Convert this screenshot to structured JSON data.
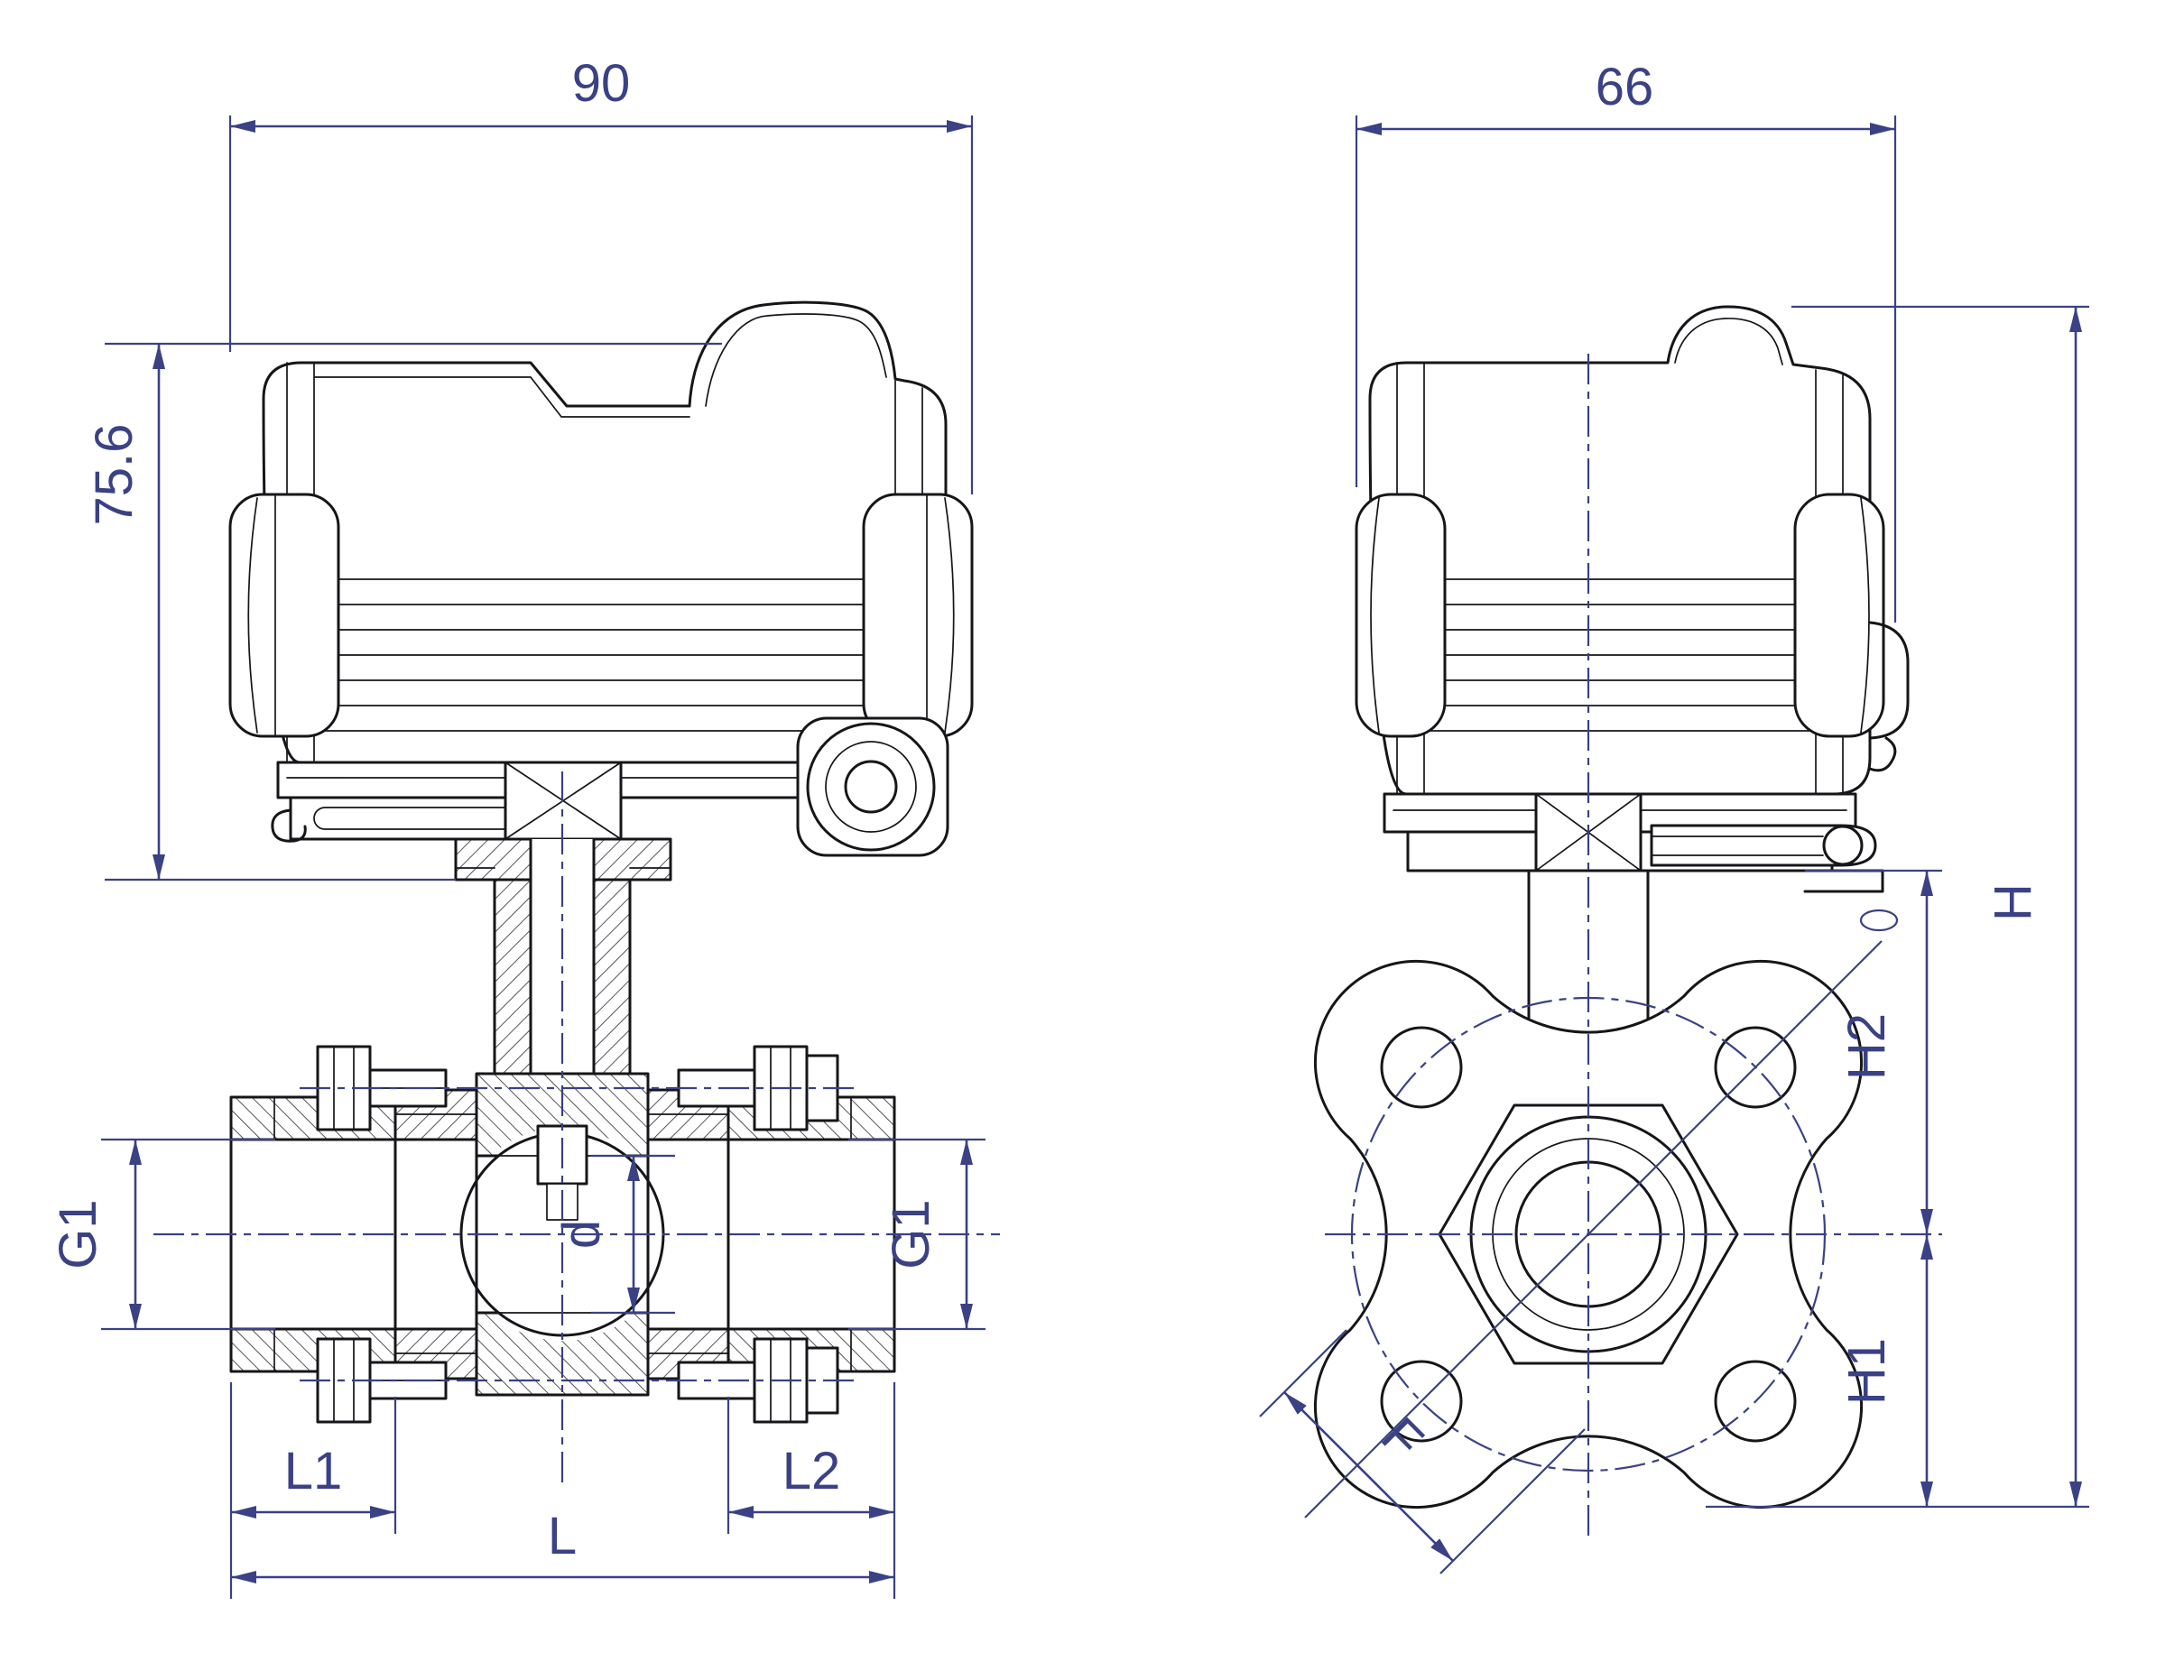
{
  "colors": {
    "line_color": "#16161a",
    "dimension_color": "#3a4184",
    "hatch_color": "#2b2b30",
    "background": "#ffffff"
  },
  "dims": {
    "front_width": "90",
    "side_width": "66",
    "actuator_height": "75.6",
    "port_left": "G1",
    "port_right": "G1",
    "bore": "d",
    "cap_left": "L1",
    "cap_right": "L2",
    "total_length": "L",
    "total_height": "H",
    "upper_height": "H2",
    "lower_height": "H1",
    "flange_pitch": "F"
  }
}
